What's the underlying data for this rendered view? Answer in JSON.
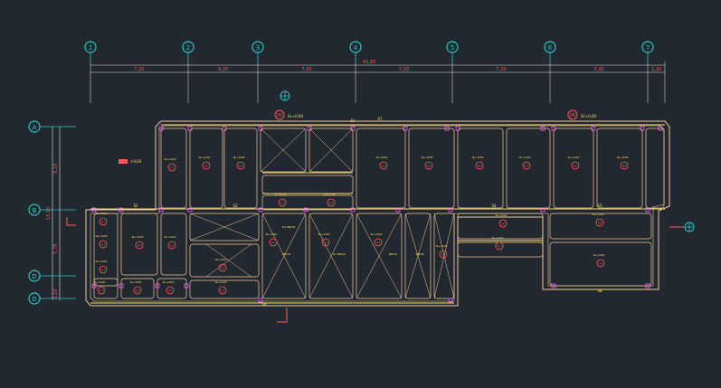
{
  "colors": {
    "background": "#212830",
    "grid_bubble": "#2ec4c4",
    "dimension": "#e8e8e8",
    "slab_outline": "#f4c89a",
    "beam": "#ffe066",
    "column": "#ff5cff",
    "marker": "#ff5a5a",
    "text": "#ffe066"
  },
  "grid_columns": [
    "1",
    "2",
    "3",
    "4",
    "5",
    "6",
    "7"
  ],
  "grid_rows": [
    "A",
    "B",
    "D",
    "D"
  ],
  "dimensions_top": {
    "total": "41,20",
    "spans": [
      "7,20",
      "9,20",
      "7,20",
      "7,20",
      "7,20",
      "7,20",
      "1,20"
    ]
  },
  "dimensions_left": {
    "total": "13,10",
    "spans": [
      "5,15",
      "5,75",
      "0,10"
    ]
  },
  "section_markers": [
    "05",
    "05"
  ],
  "section_sublabels": [
    "SL+0,00",
    "SL+0,00"
  ],
  "legend_label": "+0,00",
  "beam_labels": [
    "S1",
    "S2",
    "S3",
    "S4",
    "S5",
    "S6",
    "S7",
    "S8"
  ],
  "slab_level_label": "SL+0,00",
  "slab_markers": [
    "D1",
    "D2",
    "D3",
    "D4",
    "D5",
    "D6",
    "D7",
    "D8",
    "D9"
  ],
  "hatch_annotations": [
    "D1 Ø8/10",
    "D1 Ø8/15",
    "Ø8/10",
    "Ø8/15",
    "Ø8/20"
  ]
}
